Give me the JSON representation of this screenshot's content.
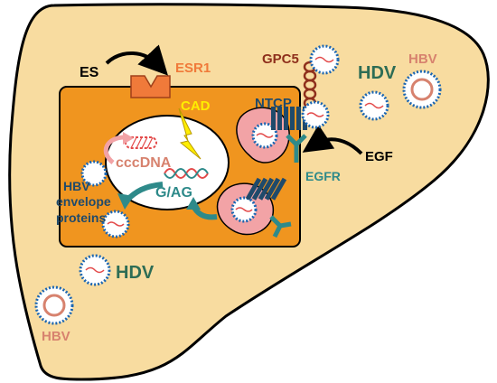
{
  "labels": {
    "es": "ES",
    "esr1": "ESR1",
    "gpc5": "GPC5",
    "hdv_top": "HDV",
    "hbv_top": "HBV",
    "ntcp": "NTCP",
    "cad": "CAD",
    "cccdna": "cccDNA",
    "egf": "EGF",
    "egfr": "EGFR",
    "hbv_env_1": "HBV",
    "hbv_env_2": "envelope",
    "hbv_env_3": "proteins",
    "gag": "G/AG",
    "hdv_bottom": "HDV",
    "hbv_bottom": "HBV"
  },
  "colors": {
    "liver": "#f8dca0",
    "cell": "#f0951f",
    "nucleus": "#ffffff",
    "hbv_text": "#d7826e",
    "hdv_text": "#2e6d55",
    "navy_text": "#1f4a6b",
    "teal": "#2e8a8a",
    "esr1": "#f07a3a",
    "gpc5": "#8e2f1c",
    "cad": "#ffee00",
    "pink": "#f2a3a6",
    "virion_blue": "#1b66b2"
  }
}
